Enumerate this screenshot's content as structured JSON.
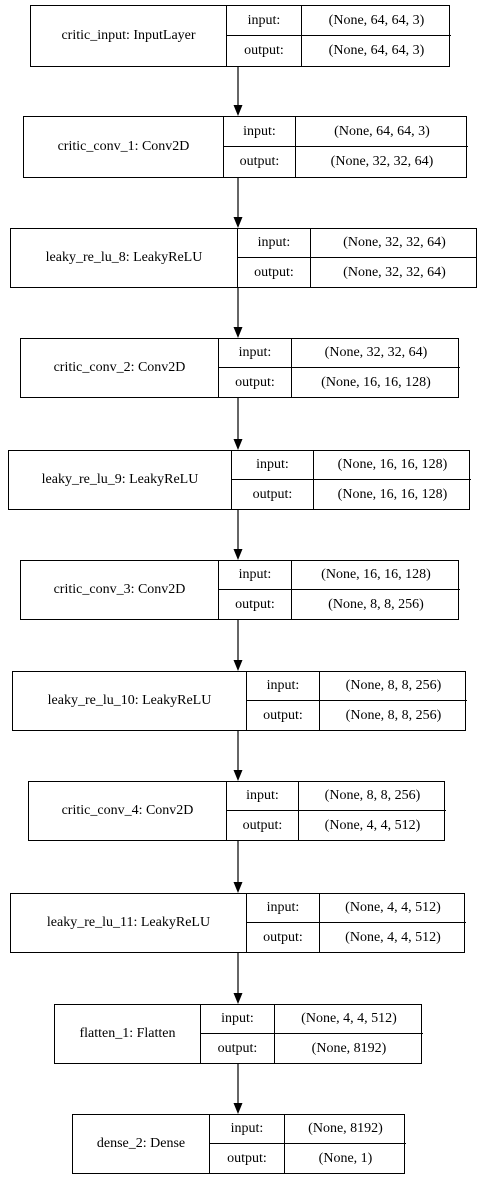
{
  "diagram": {
    "labels": {
      "input": "input:",
      "output": "output:"
    },
    "nodes": [
      {
        "name": "critic_input: InputLayer",
        "input": "(None, 64, 64, 3)",
        "output": "(None, 64, 64, 3)"
      },
      {
        "name": "critic_conv_1: Conv2D",
        "input": "(None, 64, 64, 3)",
        "output": "(None, 32, 32, 64)"
      },
      {
        "name": "leaky_re_lu_8: LeakyReLU",
        "input": "(None, 32, 32, 64)",
        "output": "(None, 32, 32, 64)"
      },
      {
        "name": "critic_conv_2: Conv2D",
        "input": "(None, 32, 32, 64)",
        "output": "(None, 16, 16, 128)"
      },
      {
        "name": "leaky_re_lu_9: LeakyReLU",
        "input": "(None, 16, 16, 128)",
        "output": "(None, 16, 16, 128)"
      },
      {
        "name": "critic_conv_3: Conv2D",
        "input": "(None, 16, 16, 128)",
        "output": "(None, 8, 8, 256)"
      },
      {
        "name": "leaky_re_lu_10: LeakyReLU",
        "input": "(None, 8, 8, 256)",
        "output": "(None, 8, 8, 256)"
      },
      {
        "name": "critic_conv_4: Conv2D",
        "input": "(None, 8, 8, 256)",
        "output": "(None, 4, 4, 512)"
      },
      {
        "name": "leaky_re_lu_11: LeakyReLU",
        "input": "(None, 4, 4, 512)",
        "output": "(None, 4, 4, 512)"
      },
      {
        "name": "flatten_1: Flatten",
        "input": "(None, 4, 4, 512)",
        "output": "(None, 8192)"
      },
      {
        "name": "dense_2: Dense",
        "input": "(None, 8192)",
        "output": "(None, 1)"
      }
    ]
  }
}
